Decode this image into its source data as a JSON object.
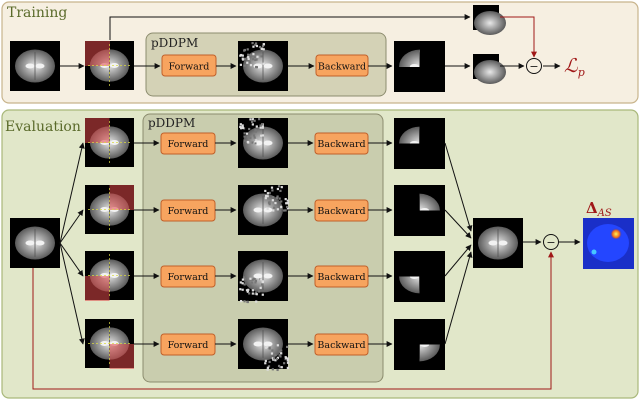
{
  "training": {
    "title": "Training",
    "module": "pDDPM",
    "forward_label": "Forward",
    "backward_label": "Backward",
    "minus": "−",
    "loss_main": "ℒ",
    "loss_sub": "p"
  },
  "evaluation": {
    "title": "Evaluation",
    "module": "pDDPM",
    "forward_label": "Forward",
    "backward_label": "Backward",
    "minus": "−",
    "delta_main": "Δ",
    "delta_sub": "AS",
    "num_rows": 4
  },
  "colors": {
    "training_bg": "#f6efe1",
    "training_border": "#c8b48c",
    "evaluation_bg": "#e1e7c9",
    "evaluation_border": "#a9b87a",
    "module_bg": "#d4d2b6",
    "module_border": "#8c8c6e",
    "process_box": "#f7a45f",
    "process_border": "#c0602a",
    "arrow": "#111111",
    "residual_arrow": "#a01818",
    "title_text": "#5a6a2a",
    "loss_text": "#a01818",
    "patch_overlay": "#e04848",
    "anomaly_bg": "#1a2fc8",
    "anomaly_hot": "#ffe03a"
  }
}
